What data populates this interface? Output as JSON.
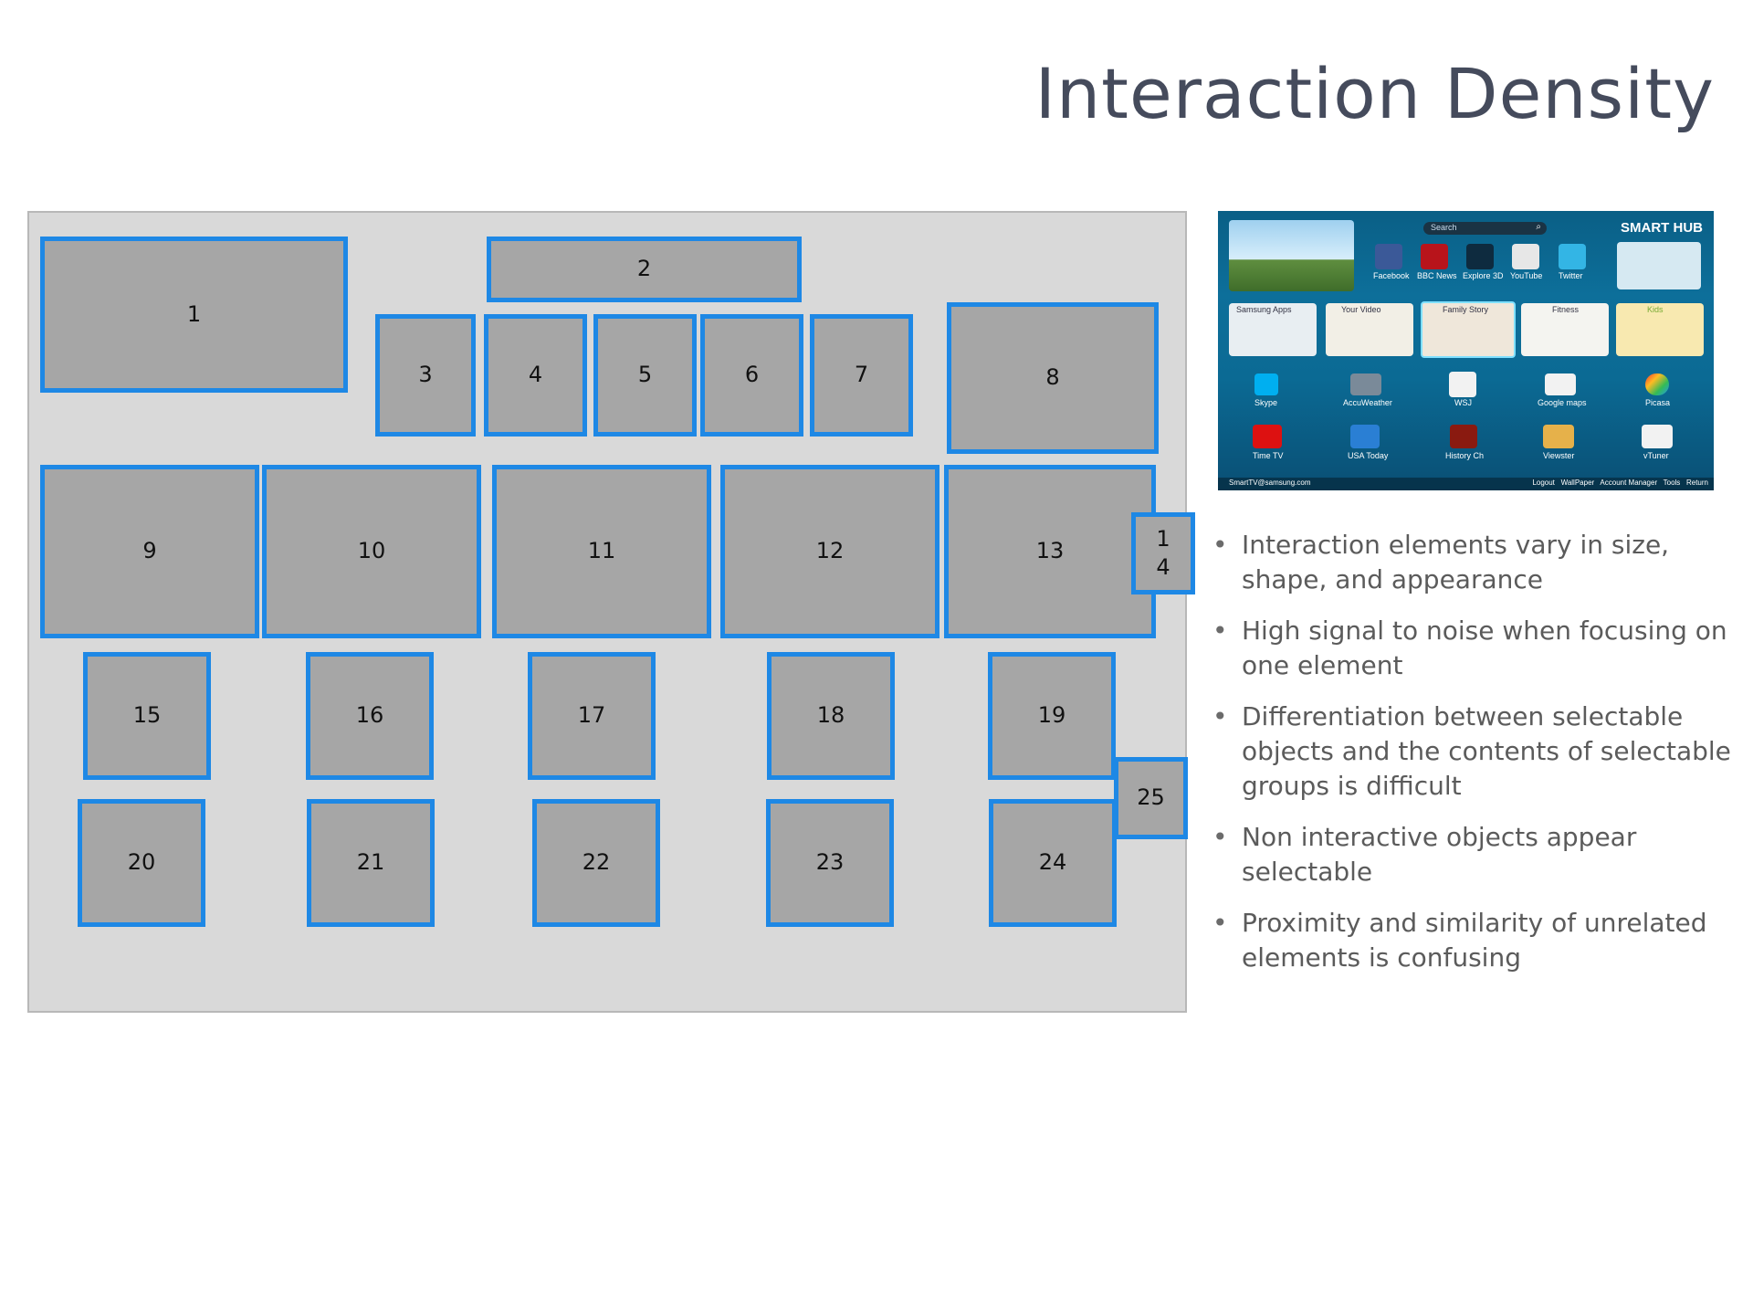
{
  "slide": {
    "title": "Interaction Density"
  },
  "diagram": {
    "boxes": [
      "1",
      "2",
      "3",
      "4",
      "5",
      "6",
      "7",
      "8",
      "9",
      "10",
      "11",
      "12",
      "13",
      "14",
      "15",
      "16",
      "17",
      "18",
      "19",
      "20",
      "21",
      "22",
      "23",
      "24",
      "25"
    ]
  },
  "screenshot": {
    "search_placeholder": "Search",
    "brand": "SMART HUB",
    "row1_labels": [
      "Facebook",
      "BBC News",
      "Explore 3D",
      "YouTube",
      "Twitter"
    ],
    "row2_labels": [
      "Samsung Apps",
      "Your Video",
      "Family Story",
      "Fitness",
      "Kids"
    ],
    "row3_labels": [
      "Skype",
      "AccuWeather",
      "WSJ",
      "Google maps",
      "Picasa"
    ],
    "row4_labels": [
      "Time TV",
      "USA Today",
      "History Ch",
      "Viewster",
      "vTuner"
    ],
    "footer_left": "SmartTV@samsung.com",
    "footer_right": "Logout   WallPaper   Account Manager   Tools   Return"
  },
  "bullets": [
    "Interaction elements vary in size, shape, and appearance",
    "High signal to noise when focusing on one element",
    "Differentiation between selectable objects and the contents of selectable groups is difficult",
    "Non interactive objects appear selectable",
    "Proximity and similarity of unrelated elements is confusing"
  ],
  "colors": {
    "box_fill": "#a6a6a6",
    "box_border": "#1e88e5",
    "canvas": "#d9d9d9",
    "title": "#454b5c"
  }
}
